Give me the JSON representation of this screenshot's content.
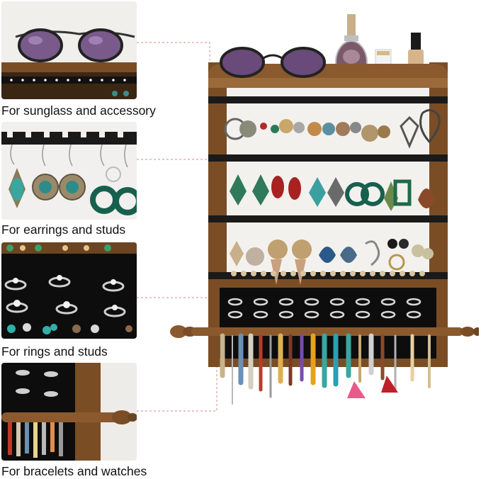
{
  "captions": {
    "sunglass": "For sunglass and accessory",
    "earrings": "For earrings and studs",
    "rings": "For rings and studs",
    "bracelets": "For bracelets and watches"
  },
  "colors": {
    "wood": "#8a5a2e",
    "wood_dark": "#5e3a19",
    "bar_black": "#1a1a1a",
    "velvet": "#0d0d0d",
    "leader_line": "#d88a80",
    "caption_text": "#111111"
  }
}
